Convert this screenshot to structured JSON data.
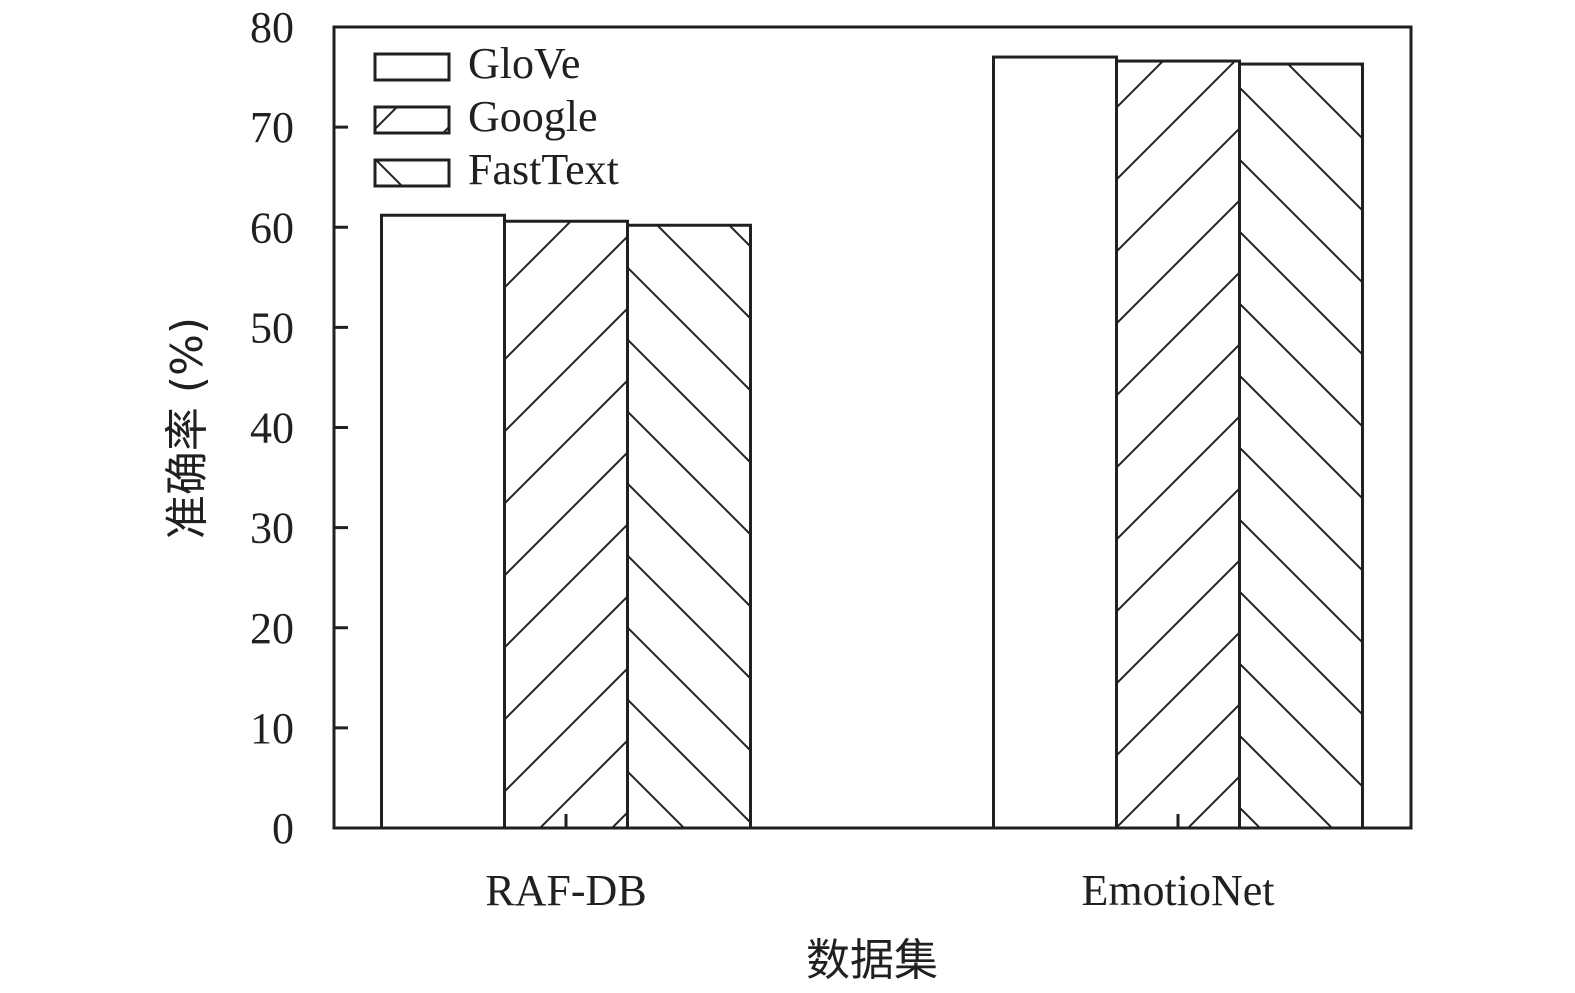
{
  "chart_data": {
    "type": "bar",
    "categories": [
      "RAF-DB",
      "EmotioNet"
    ],
    "series": [
      {
        "name": "GloVe",
        "values": [
          61.2,
          77.0
        ],
        "pattern": "none"
      },
      {
        "name": "Google",
        "values": [
          60.6,
          76.6
        ],
        "pattern": "forward-slash"
      },
      {
        "name": "FastText",
        "values": [
          60.2,
          76.3
        ],
        "pattern": "back-slash"
      }
    ],
    "title": "",
    "xlabel": "数据集",
    "ylabel": "准确率 (%)",
    "ylim": [
      0,
      80
    ],
    "yticks": [
      0,
      10,
      20,
      30,
      40,
      50,
      60,
      70,
      80
    ],
    "grid": false,
    "legend": "top-left",
    "colors": {
      "stroke": "#231f20",
      "fill": "#ffffff"
    }
  }
}
